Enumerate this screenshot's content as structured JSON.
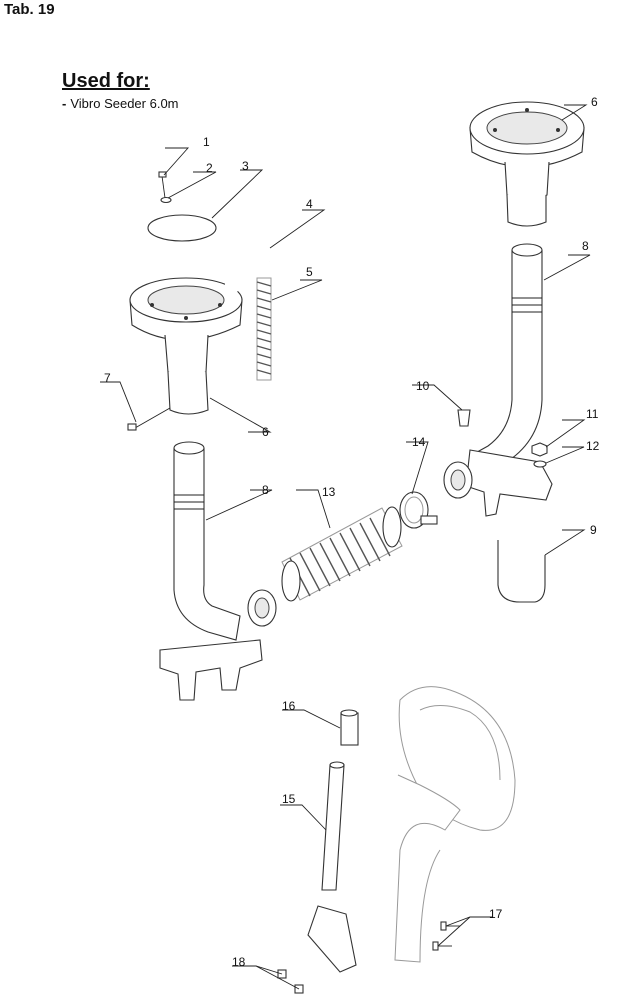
{
  "header": {
    "tab_label": "Tab. 19"
  },
  "usage": {
    "title": "Used for:",
    "bullet": "-",
    "item": "Vibro Seeder 6.0m"
  },
  "callouts": [
    {
      "id": "c1",
      "label": "1"
    },
    {
      "id": "c2",
      "label": "2"
    },
    {
      "id": "c3",
      "label": "3"
    },
    {
      "id": "c4",
      "label": "4"
    },
    {
      "id": "c5",
      "label": "5"
    },
    {
      "id": "c6a",
      "label": "6"
    },
    {
      "id": "c6b",
      "label": "6"
    },
    {
      "id": "c7",
      "label": "7"
    },
    {
      "id": "c8a",
      "label": "8"
    },
    {
      "id": "c8b",
      "label": "8"
    },
    {
      "id": "c9",
      "label": "9"
    },
    {
      "id": "c10",
      "label": "10"
    },
    {
      "id": "c11",
      "label": "11"
    },
    {
      "id": "c12",
      "label": "12"
    },
    {
      "id": "c13",
      "label": "13"
    },
    {
      "id": "c14",
      "label": "14"
    },
    {
      "id": "c15",
      "label": "15"
    },
    {
      "id": "c16",
      "label": "16"
    },
    {
      "id": "c17",
      "label": "17"
    },
    {
      "id": "c18",
      "label": "18"
    }
  ]
}
